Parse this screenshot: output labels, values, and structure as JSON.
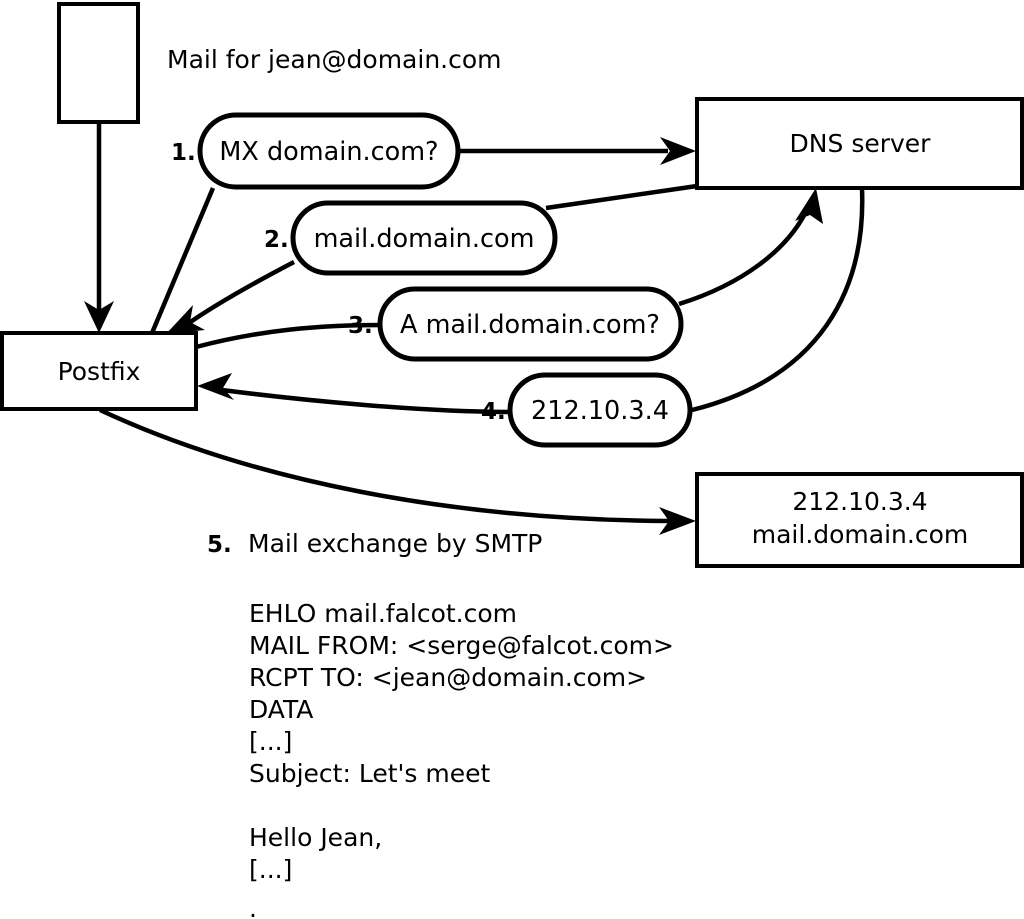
{
  "diagram": {
    "title_caption": "Mail for jean@domain.com",
    "nodes": [
      {
        "id": "source",
        "label": ""
      },
      {
        "id": "postfix",
        "label": "Postfix"
      },
      {
        "id": "dns",
        "label": "DNS server"
      },
      {
        "id": "destination",
        "label_line1": "212.10.3.4",
        "label_line2": "mail.domain.com"
      }
    ],
    "steps": [
      {
        "num": "1.",
        "label": "MX domain.com?"
      },
      {
        "num": "2.",
        "label": "mail.domain.com"
      },
      {
        "num": "3.",
        "label": "A mail.domain.com?"
      },
      {
        "num": "4.",
        "label": "212.10.3.4"
      }
    ],
    "step5": {
      "num": "5.",
      "label": "Mail exchange by SMTP"
    },
    "smtp_transcript": [
      "EHLO mail.falcot.com",
      "MAIL FROM: <serge@falcot.com>",
      "RCPT TO: <jean@domain.com>",
      "DATA",
      "[...]",
      "Subject: Let's meet",
      "",
      "Hello Jean,",
      "[...]",
      "",
      "."
    ],
    "colors": {
      "stroke": "#000000",
      "fill": "#ffffff",
      "text": "#000000"
    }
  }
}
